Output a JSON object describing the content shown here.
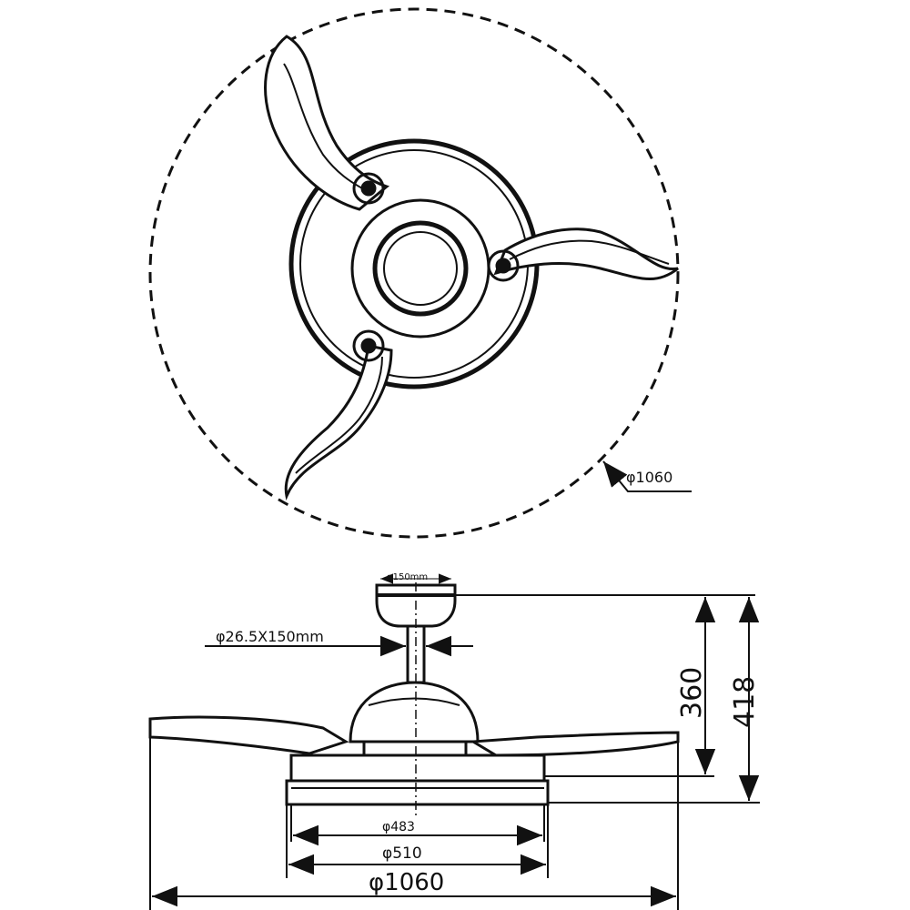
{
  "top_view": {
    "sweep_label": "φ1060"
  },
  "side_view": {
    "canopy_label": "φ150mm",
    "downrod_label": "φ26.5X150mm",
    "height_motor_label": "360",
    "height_total_label": "418",
    "light_inner_label": "φ483",
    "light_outer_label": "φ510",
    "sweep_label": "φ1060"
  },
  "colors": {
    "line": "#111111",
    "background": "#ffffff"
  }
}
